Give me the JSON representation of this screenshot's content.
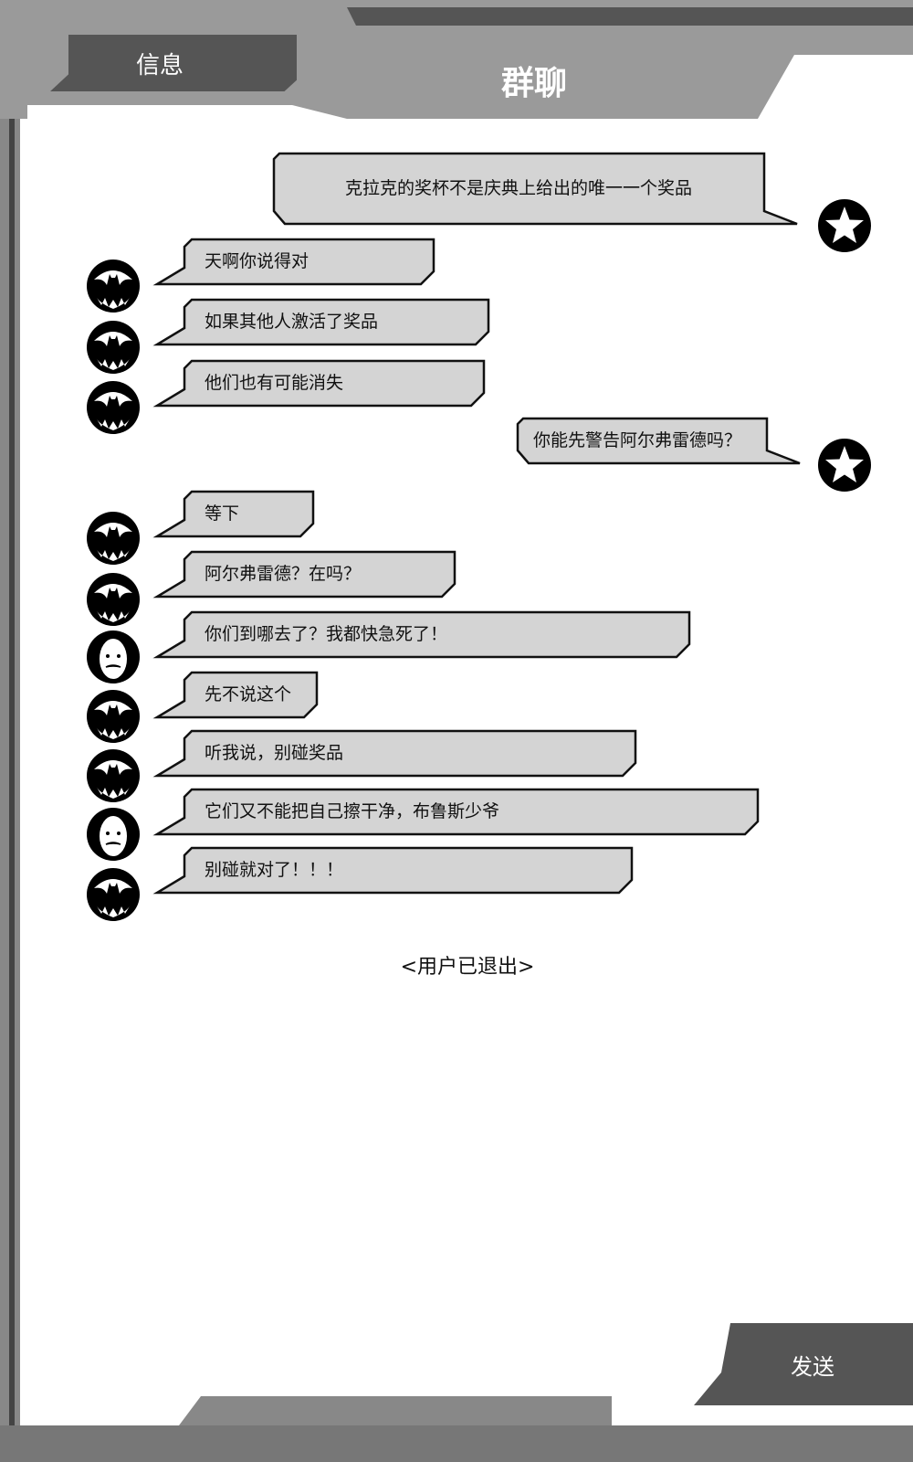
{
  "header": {
    "tab_label": "信息",
    "title": "群聊"
  },
  "messages": [
    {
      "side": "right",
      "avatar": "star",
      "text": "克拉克的奖杯不是庆典上给出的唯一一个奖品"
    },
    {
      "side": "left",
      "avatar": "bat",
      "text": "天啊你说得对"
    },
    {
      "side": "left",
      "avatar": "bat",
      "text": "如果其他人激活了奖品"
    },
    {
      "side": "left",
      "avatar": "bat",
      "text": "他们也有可能消失"
    },
    {
      "side": "right",
      "avatar": "star",
      "text": "你能先警告阿尔弗雷德吗？"
    },
    {
      "side": "left",
      "avatar": "bat",
      "text": "等下"
    },
    {
      "side": "left",
      "avatar": "bat",
      "text": "阿尔弗雷德？在吗？"
    },
    {
      "side": "left",
      "avatar": "butler",
      "text": "你们到哪去了？我都快急死了！"
    },
    {
      "side": "left",
      "avatar": "bat",
      "text": "先不说这个"
    },
    {
      "side": "left",
      "avatar": "bat",
      "text": "听我说，别碰奖品"
    },
    {
      "side": "left",
      "avatar": "butler",
      "text": "它们又不能把自己擦干净，布鲁斯少爷"
    },
    {
      "side": "left",
      "avatar": "bat",
      "text": "别碰就对了！！！"
    }
  ],
  "status": "<用户已退出>",
  "send_label": "发送",
  "colors": {
    "bubble": "#d4d4d4",
    "frame": "#9a9a9a",
    "dark": "#555555"
  }
}
